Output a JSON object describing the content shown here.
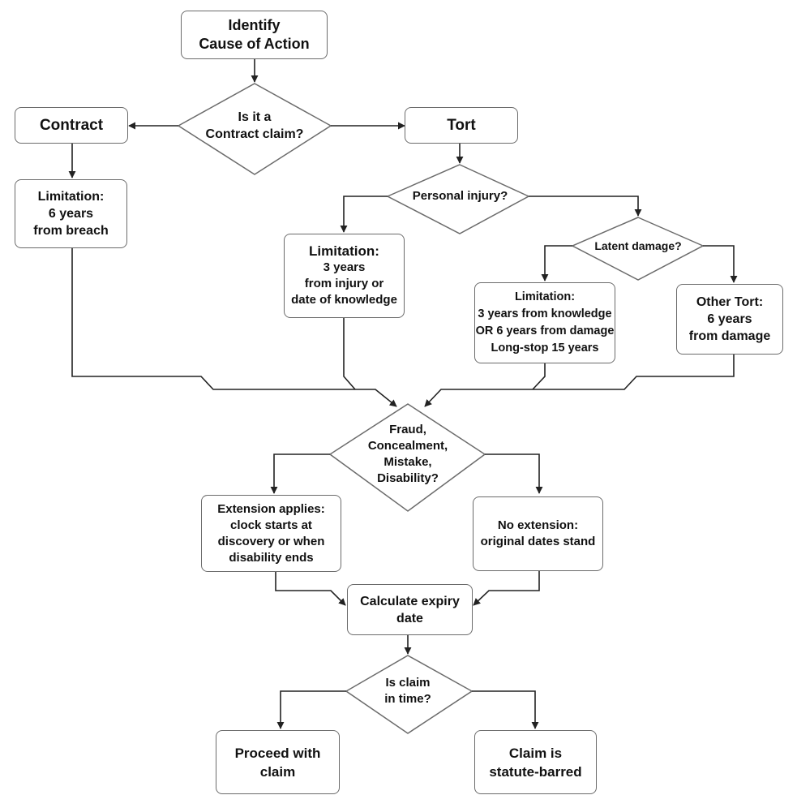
{
  "nodes": {
    "identify": [
      "Identify",
      "Cause of Action"
    ],
    "contract_q": [
      "Is it a",
      "Contract claim?"
    ],
    "contract": [
      "Contract"
    ],
    "tort": [
      "Tort"
    ],
    "contract_limit": [
      "Limitation:",
      "6 years",
      "from breach"
    ],
    "personal_injury_q": [
      "Personal injury?"
    ],
    "pi_limit": [
      "Limitation:",
      "3 years",
      "from injury or",
      "date of knowledge"
    ],
    "latent_q": [
      "Latent damage?"
    ],
    "latent_limit": [
      "Limitation:",
      "3 years from knowledge",
      "OR 6 years from damage",
      "Long-stop 15 years"
    ],
    "other_tort": [
      "Other Tort:",
      "6 years",
      "from damage"
    ],
    "fraud_q": [
      "Fraud,",
      "Concealment,",
      "Mistake,",
      "Disability?"
    ],
    "extension": [
      "Extension applies:",
      "clock starts at",
      "discovery or when",
      "disability ends"
    ],
    "no_extension": [
      "No extension:",
      "original dates stand"
    ],
    "calculate": [
      "Calculate expiry",
      "date"
    ],
    "in_time_q": [
      "Is claim",
      "in time?"
    ],
    "proceed": [
      "Proceed with",
      "claim"
    ],
    "barred": [
      "Claim is",
      "statute-barred"
    ]
  },
  "colors": {
    "stroke": "#6b6b6b",
    "arrow": "#222222",
    "text": "#111111"
  }
}
